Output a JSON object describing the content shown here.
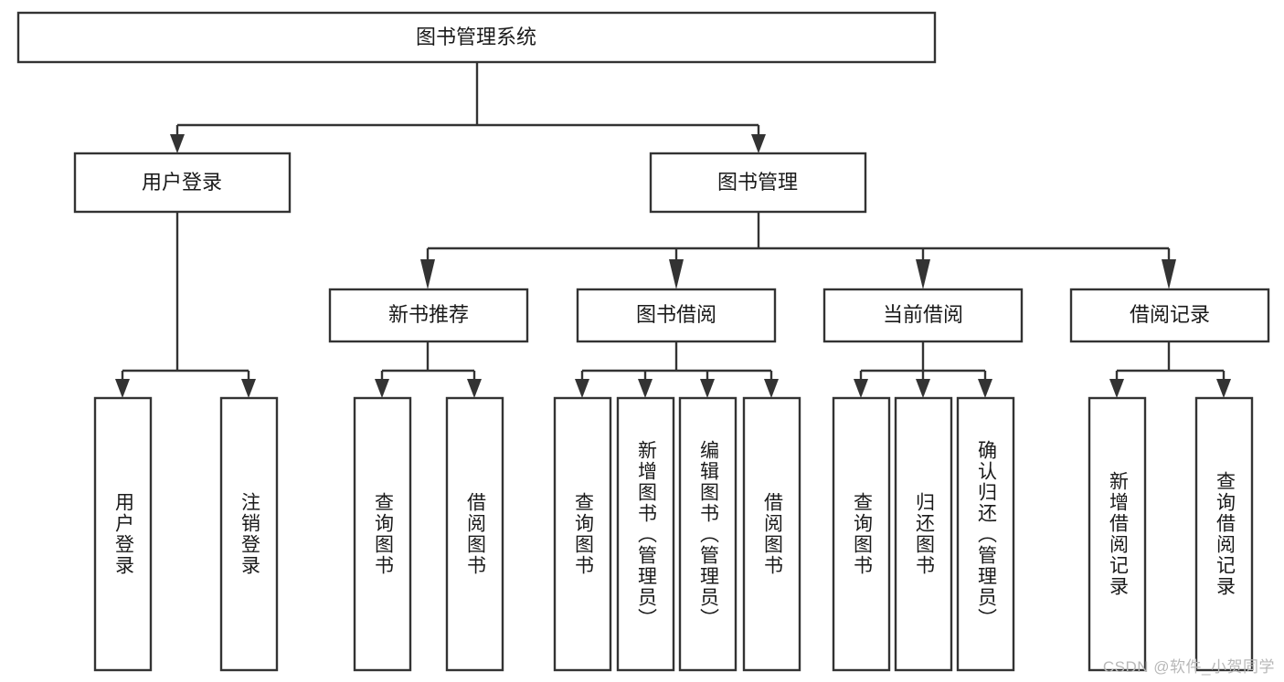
{
  "diagram": {
    "title": "图书管理系统",
    "type": "tree",
    "watermark": "CSDN @软件_小贺同学",
    "colors": {
      "box_stroke": "#333333",
      "box_fill": "#ffffff",
      "text": "#1a1a1a",
      "background": "#ffffff",
      "watermark": "#b8b8b8"
    },
    "root": {
      "label": "图书管理系统",
      "level": 0
    },
    "level2": [
      {
        "id": "user-login",
        "label": "用户登录"
      },
      {
        "id": "book-manage",
        "label": "图书管理"
      }
    ],
    "level3": [
      {
        "id": "new-book-recommend",
        "label": "新书推荐",
        "parent": "book-manage"
      },
      {
        "id": "book-borrow",
        "label": "图书借阅",
        "parent": "book-manage"
      },
      {
        "id": "current-borrow",
        "label": "当前借阅",
        "parent": "book-manage"
      },
      {
        "id": "borrow-record",
        "label": "借阅记录",
        "parent": "book-manage"
      }
    ],
    "leaves": [
      {
        "id": "leaf-user-login",
        "label": "用户登录",
        "parent": "user-login"
      },
      {
        "id": "leaf-logout-login",
        "label": "注销登录",
        "parent": "user-login"
      },
      {
        "id": "leaf-query-book-1",
        "label": "查询图书",
        "parent": "new-book-recommend"
      },
      {
        "id": "leaf-borrow-book-1",
        "label": "借阅图书",
        "parent": "new-book-recommend"
      },
      {
        "id": "leaf-query-book-2",
        "label": "查询图书",
        "parent": "book-borrow"
      },
      {
        "id": "leaf-add-book",
        "label": "新增图书（管理员）",
        "parent": "book-borrow"
      },
      {
        "id": "leaf-edit-book",
        "label": "编辑图书（管理员）",
        "parent": "book-borrow"
      },
      {
        "id": "leaf-borrow-book-2",
        "label": "借阅图书",
        "parent": "book-borrow"
      },
      {
        "id": "leaf-query-book-3",
        "label": "查询图书",
        "parent": "current-borrow"
      },
      {
        "id": "leaf-return-book",
        "label": "归还图书",
        "parent": "current-borrow"
      },
      {
        "id": "leaf-confirm-return",
        "label": "确认归还（管理员）",
        "parent": "current-borrow"
      },
      {
        "id": "leaf-add-record",
        "label": "新增借阅记录",
        "parent": "borrow-record"
      },
      {
        "id": "leaf-query-record",
        "label": "查询借阅记录",
        "parent": "borrow-record"
      }
    ]
  }
}
